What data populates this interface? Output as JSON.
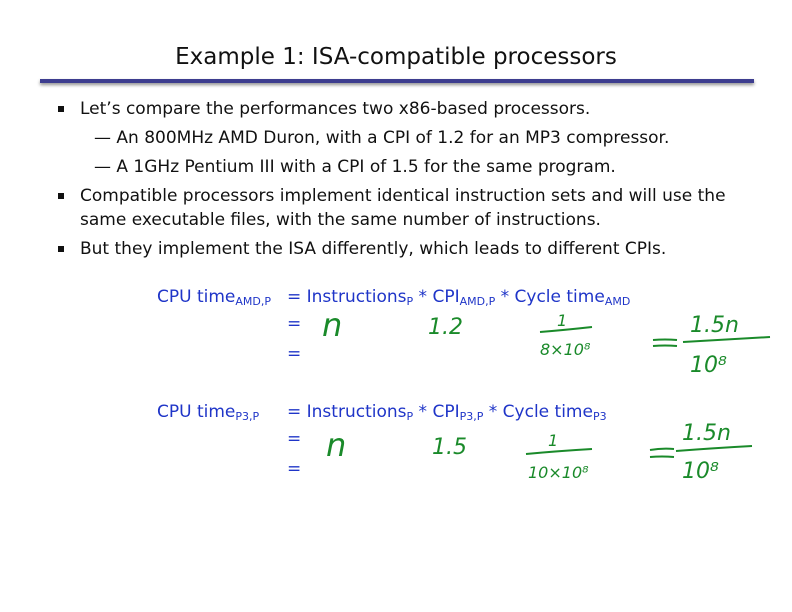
{
  "slide": {
    "title": "Example 1: ISA-compatible processors",
    "bullets": [
      "Let’s compare the performances two x86-based processors.",
      "Compatible processors implement identical instruction sets and will use the same executable files, with the same number of instructions.",
      "But they implement the ISA differently, which leads to different CPIs."
    ],
    "sub_bullets": [
      "— An 800MHz AMD Duron, with a CPI of 1.2 for an MP3 compressor.",
      "— A 1GHz Pentium III with a CPI of 1.5 for the same program."
    ]
  },
  "equations": {
    "amd": {
      "lhs": "CPU time",
      "lhs_sub": "AMD,P",
      "rhs_a": "= Instructions",
      "rhs_a_sub": "P",
      "rhs_b": " * CPI",
      "rhs_b_sub": "AMD,P",
      "rhs_c": " * Cycle time",
      "rhs_c_sub": "AMD",
      "eq1": "=",
      "eq2": "="
    },
    "p3": {
      "lhs": "CPU time",
      "lhs_sub": "P3,P",
      "rhs_a": "= Instructions",
      "rhs_a_sub": "P",
      "rhs_b": " * CPI",
      "rhs_b_sub": "P3,P",
      "rhs_c": " * Cycle time",
      "rhs_c_sub": "P3",
      "eq1": "=",
      "eq2": "="
    }
  },
  "handwriting": {
    "amd": {
      "instructions": "n",
      "cpi": "1.2",
      "numerator": "1",
      "denominator": "8×10⁸",
      "result_numerator": "1.5n",
      "result_denominator": "10⁸"
    },
    "p3": {
      "instructions": "n",
      "cpi": "1.5",
      "numerator": "1",
      "denominator": "10×10⁸",
      "result_numerator": "1.5n",
      "result_denominator": "10⁸"
    }
  },
  "colors": {
    "title_rule": "#3d3d8f",
    "equation_text": "#1f35c8",
    "ink": "#1a8a2a"
  }
}
